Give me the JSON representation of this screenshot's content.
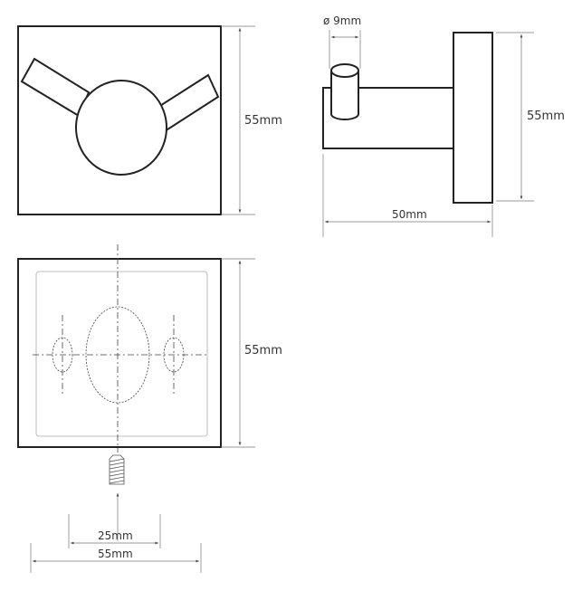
{
  "front_view": {
    "height_label": "55mm"
  },
  "side_view": {
    "pin_diameter_label": "ø 9mm",
    "height_label": "55mm",
    "depth_label": "50mm"
  },
  "back_view": {
    "height_label": "55mm",
    "hole_spacing_label": "25mm",
    "width_label": "55mm"
  }
}
